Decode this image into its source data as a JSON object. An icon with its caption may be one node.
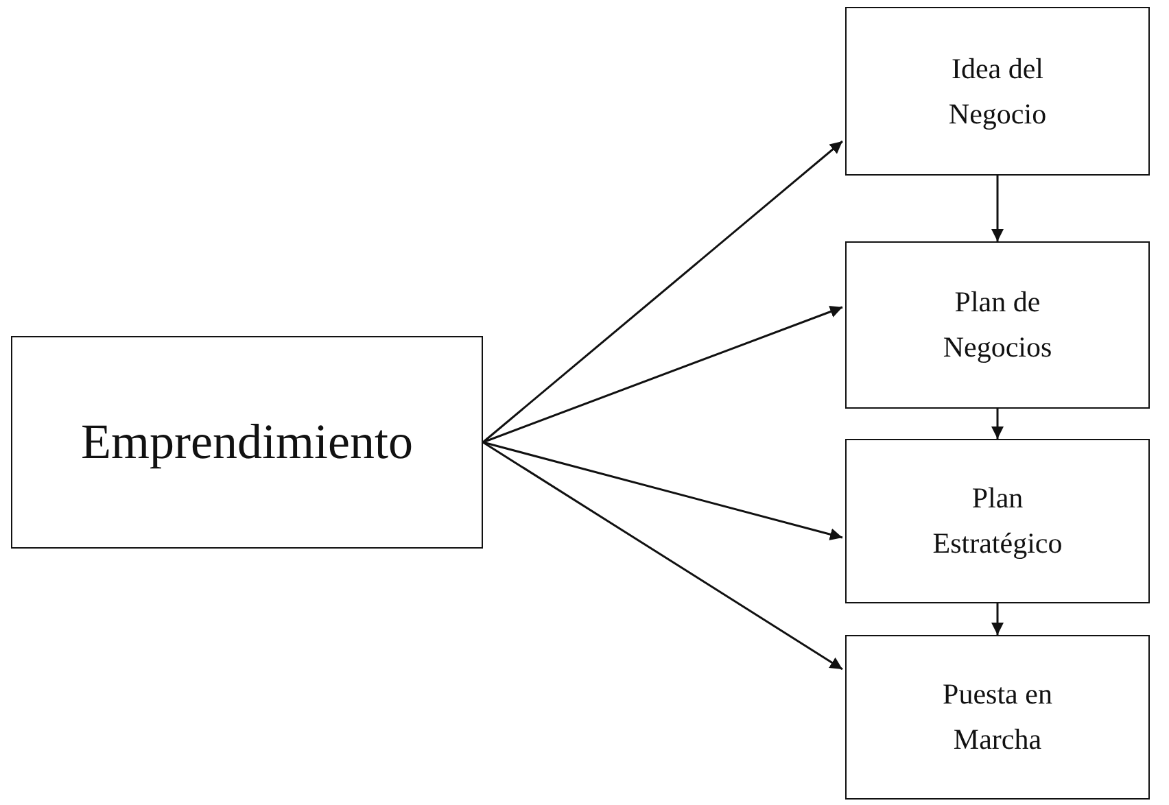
{
  "diagram": {
    "nodes": [
      {
        "text": [
          "Emprendimiento"
        ]
      },
      {
        "text": [
          "Idea del Negocio"
        ]
      },
      {
        "text": [
          "Plan de Negocios"
        ]
      },
      {
        "text": [
          "Plan Estratégico"
        ]
      },
      {
        "text": [
          "Puesta en Marcha"
        ]
      }
    ],
    "edges": [
      {
        "from": 0,
        "to": 1,
        "arrow": "to"
      },
      {
        "from": 0,
        "to": 2,
        "arrow": "to"
      },
      {
        "from": 0,
        "to": 3,
        "arrow": "to"
      },
      {
        "from": 0,
        "to": 4,
        "arrow": "to"
      },
      {
        "from": 1,
        "to": 2,
        "arrow": "to"
      },
      {
        "from": 2,
        "to": 3,
        "arrow": "to"
      },
      {
        "from": 3,
        "to": 4,
        "arrow": "to"
      }
    ]
  }
}
